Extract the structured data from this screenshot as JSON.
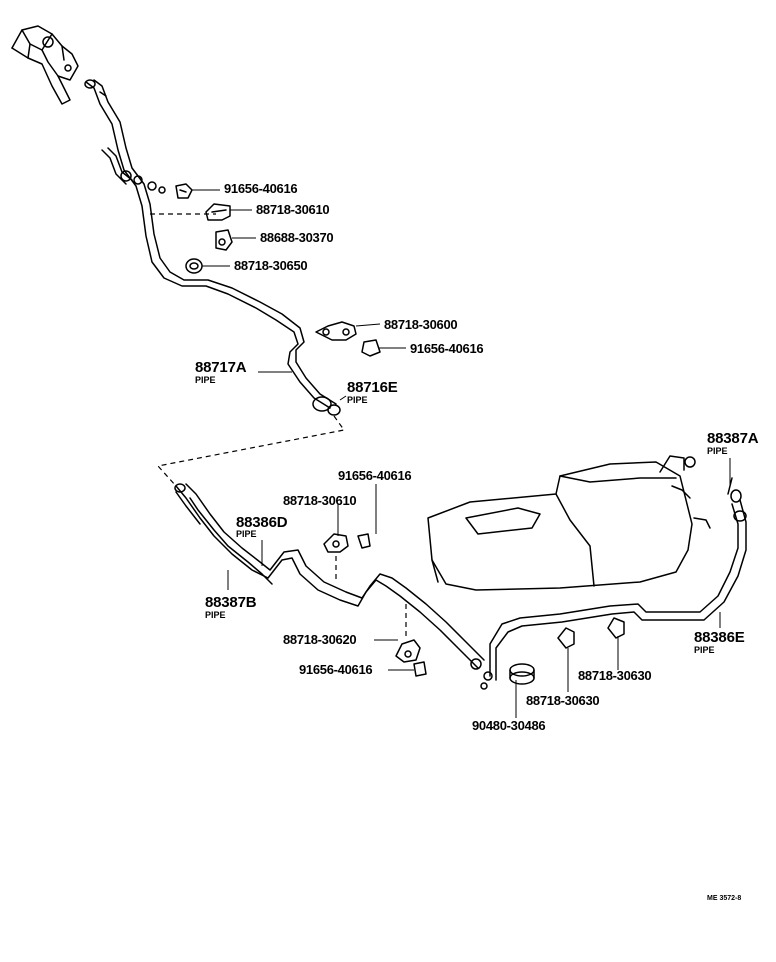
{
  "callouts": {
    "c_91656_40616_a": "91656-40616",
    "c_88718_30610_a": "88718-30610",
    "c_88688_30370": "88688-30370",
    "c_88718_30650": "88718-30650",
    "c_88718_30600": "88718-30600",
    "c_91656_40616_b": "91656-40616",
    "c_88717A": "88717A",
    "c_88717A_pipe": "PIPE",
    "c_88716E": "88716E",
    "c_88716E_pipe": "PIPE",
    "c_91656_40616_c": "91656-40616",
    "c_88718_30610_b": "88718-30610",
    "c_88386D": "88386D",
    "c_88386D_pipe": "PIPE",
    "c_88387B": "88387B",
    "c_88387B_pipe": "PIPE",
    "c_88718_30620": "88718-30620",
    "c_91656_40616_d": "91656-40616",
    "c_88387A": "88387A",
    "c_88387A_pipe": "PIPE",
    "c_88386E": "88386E",
    "c_88386E_pipe": "PIPE",
    "c_88718_30630_a": "88718-30630",
    "c_88718_30630_b": "88718-30630",
    "c_90480_30486": "90480-30486"
  },
  "drawing_code": "ME 3572-8"
}
